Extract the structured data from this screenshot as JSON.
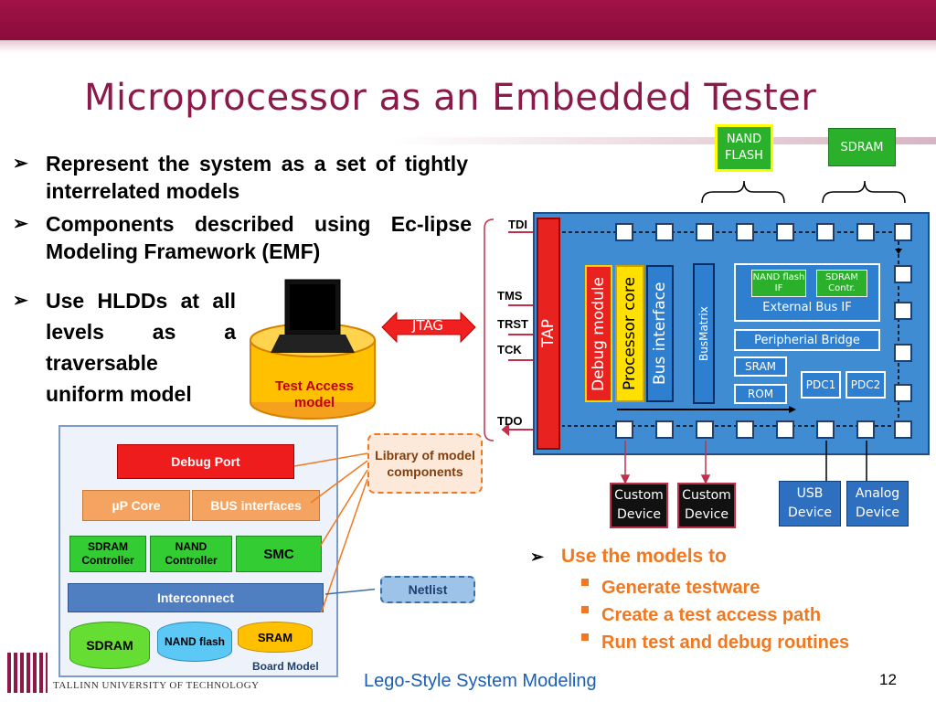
{
  "slide": {
    "title": "Microprocessor as an Embedded Tester",
    "bullets": [
      "Represent the system as a set of tightly interrelated models",
      "Components described using Ec-lipse Modeling Framework (EMF)",
      "Use HLDDs at all levels as a traversable uniform model"
    ],
    "use_models": {
      "heading": "Use the models to",
      "items": [
        "Generate testware",
        "Create a test access path",
        "Run test and debug routines"
      ]
    },
    "footer": {
      "university": "TALLINN UNIVERSITY OF TECHNOLOGY",
      "topic": "Lego-Style System Modeling",
      "page": "12"
    }
  },
  "test_access": {
    "label": "Test Access model",
    "jtag": "JTAG"
  },
  "board": {
    "signals": [
      "TDI",
      "TMS",
      "TRST",
      "TCK",
      "TDO"
    ],
    "tap": "TAP",
    "debug_module": "Debug module",
    "processor_core": "Processor core",
    "bus_interface": "Bus interface",
    "busmatrix": "BusMatrix",
    "external_bus_if": "External Bus IF",
    "nand_flash_if": "NAND flash IF",
    "sdram_contr": "SDRAM Contr.",
    "peripheral_bridge": "Peripherial Bridge",
    "sram": "SRAM",
    "rom": "ROM",
    "pdc1": "PDC1",
    "pdc2": "PDC2",
    "nand_flash": "NAND FLASH",
    "sdram": "SDRAM",
    "custom_device_1": "Custom Device",
    "custom_device_2": "Custom Device",
    "usb_device": "USB Device",
    "analog_device": "Analog Device"
  },
  "lego_model": {
    "debug_port": "Debug Port",
    "up_core": "µP Core",
    "bus_interfaces": "BUS interfaces",
    "sdram_controller": "SDRAM Controller",
    "nand_controller": "NAND Controller",
    "smc": "SMC",
    "interconnect": "Interconnect",
    "sdram": "SDRAM",
    "nand_flash": "NAND flash",
    "sram": "SRAM",
    "board_model": "Board Model",
    "library": "Library of model components",
    "netlist": "Netlist"
  },
  "colors": {
    "header": "#a11245",
    "title": "#8b1a4a",
    "accent_orange": "#f07820",
    "chip_blue": "#3f8cd2"
  }
}
